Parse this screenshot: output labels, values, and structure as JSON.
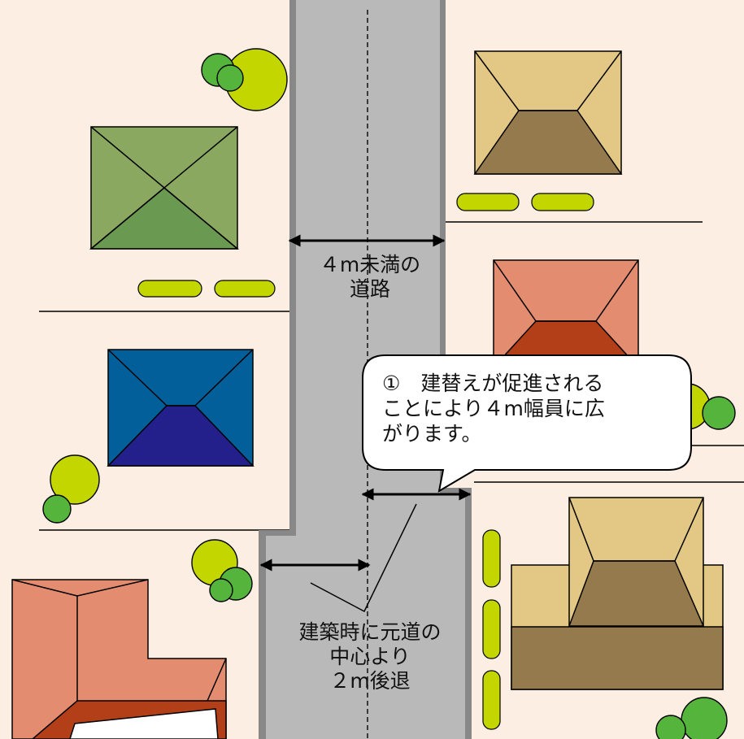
{
  "road_label": {
    "line1": "４m未満の",
    "line2": "道路"
  },
  "setback_label": {
    "line1": "建築時に元道の",
    "line2": "中心より",
    "line3": "２m後退"
  },
  "callout": {
    "line1": "①　建替えが促進される",
    "line2": "ことにより４m幅員に広",
    "line3": "がります。"
  },
  "colors": {
    "background": "#fdeee3",
    "road": "#b9b9b9",
    "road_edge": "#888888",
    "house_green": "#8aa85f",
    "house_tan": "#e2c785",
    "house_brown": "#947a4c",
    "house_salmon": "#e48c6f",
    "house_rust": "#b33f18",
    "house_blue": "#035f9a",
    "house_indigo": "#23208c",
    "tree_lime": "#c4d600",
    "tree_green": "#55b43c"
  }
}
